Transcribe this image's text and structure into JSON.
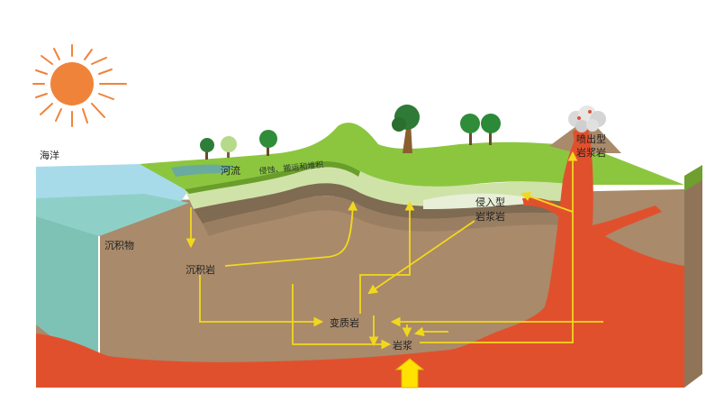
{
  "labels": {
    "ocean": "海洋",
    "river": "河流",
    "erosion": "侵蚀、搬运和堆积",
    "sediment": "沉积物",
    "sedimentary_rock": "沉积岩",
    "metamorphic_rock": "变质岩",
    "magma": "岩浆",
    "intrusive_1": "侵入型",
    "intrusive_2": "岩浆岩",
    "extrusive_1": "喷出型",
    "extrusive_2": "岩浆岩"
  },
  "icons": [
    "sun-icon",
    "tree-icon",
    "volcano-smoke-icon"
  ],
  "colors": {
    "rock": "#a98a6b",
    "grass": "#8cc63f",
    "sea": "#a8dbe9",
    "magma": "#e1502d",
    "arrow": "#f2d81c",
    "sun": "#f0833a"
  }
}
